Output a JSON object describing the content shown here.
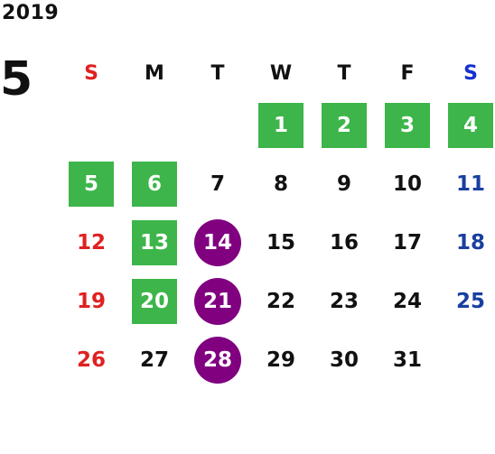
{
  "year": "2019",
  "month": "5",
  "weekdays": [
    "S",
    "M",
    "T",
    "W",
    "T",
    "F",
    "S"
  ],
  "colors": {
    "sunday": "#e02020",
    "saturday": "#1a3fa0",
    "green_highlight": "#3db54a",
    "purple_highlight": "#800080"
  },
  "weeks": [
    [
      "",
      "",
      "",
      "1",
      "2",
      "3",
      "4"
    ],
    [
      "5",
      "6",
      "7",
      "8",
      "9",
      "10",
      "11"
    ],
    [
      "12",
      "13",
      "14",
      "15",
      "16",
      "17",
      "18"
    ],
    [
      "19",
      "20",
      "21",
      "22",
      "23",
      "24",
      "25"
    ],
    [
      "26",
      "27",
      "28",
      "29",
      "30",
      "31",
      ""
    ]
  ],
  "highlights": {
    "green": [
      "1",
      "2",
      "3",
      "4",
      "5",
      "6",
      "13",
      "20"
    ],
    "purple": [
      "14",
      "21",
      "28"
    ]
  }
}
